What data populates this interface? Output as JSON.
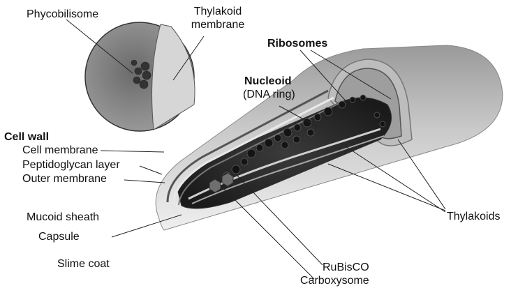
{
  "labels": {
    "phycobilisome": "Phycobilisome",
    "thylakoid_membrane_line1": "Thylakoid",
    "thylakoid_membrane_line2": "membrane",
    "ribosomes": "Ribosomes",
    "nucleoid": "Nucleoid",
    "dna_ring": "(DNA ring)",
    "cell_wall": "Cell wall",
    "cell_membrane": "Cell membrane",
    "peptidoglycan_layer": "Peptidoglycan layer",
    "outer_membrane": "Outer membrane",
    "mucoid_sheath": "Mucoid sheath",
    "capsule": "Capsule",
    "slime_coat": "Slime coat",
    "thylakoids": "Thylakoids",
    "rubisco": "RuBisCO",
    "carboxysome": "Carboxysome"
  }
}
